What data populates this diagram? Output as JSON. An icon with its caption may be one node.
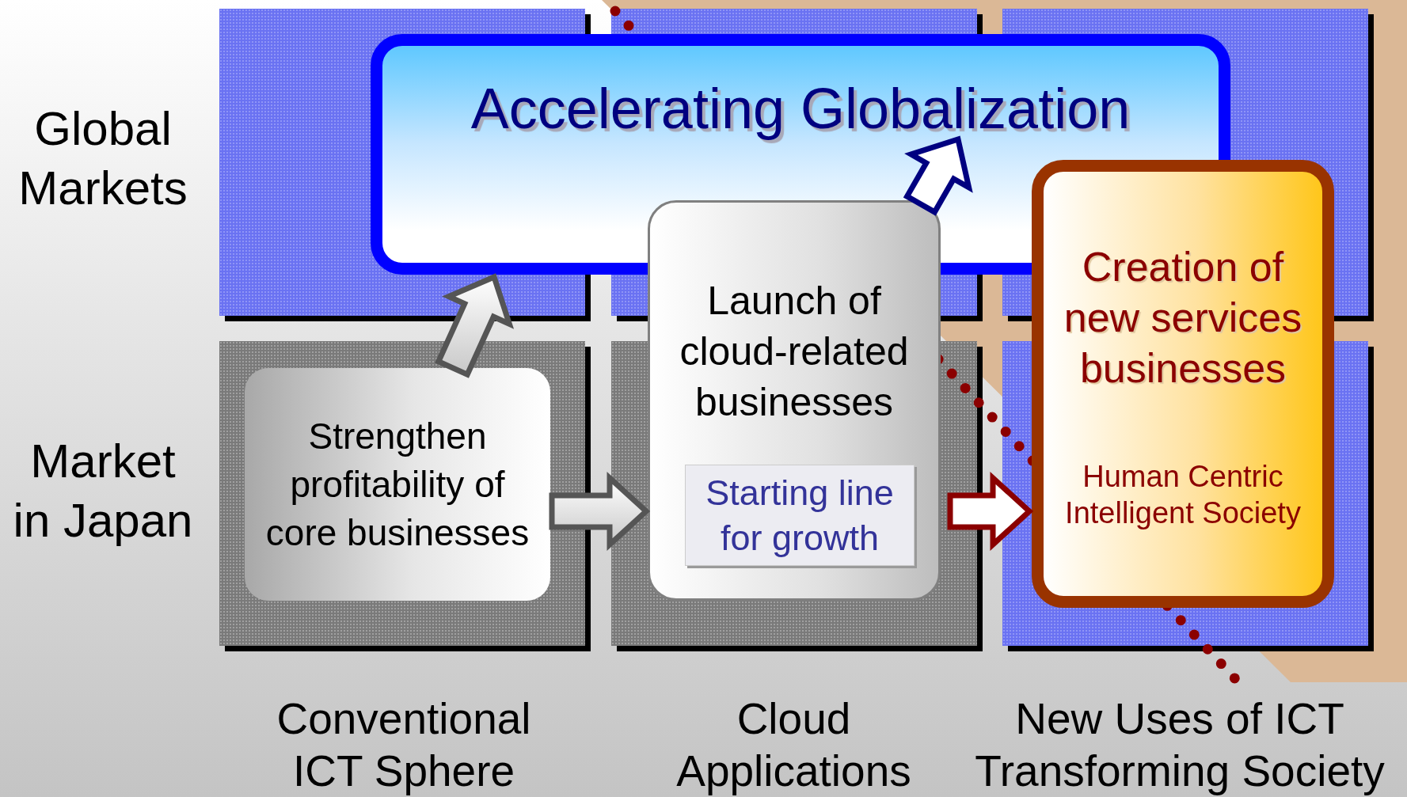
{
  "diagram": {
    "nodes": [
      {
        "text": [
          "Accelerating Globalization"
        ]
      },
      {
        "text": [
          "Strengthen profitability of core businesses"
        ]
      },
      {
        "text": [
          "Launch of cloud-related businesses"
        ]
      },
      {
        "text": [
          "Starting line for growth"
        ],
        "in": 2
      },
      {
        "text": [
          "Creation of new services businesses",
          "Human Centric Intelligent Society"
        ]
      }
    ],
    "edges": [
      {
        "from": 1,
        "to": 0,
        "arrow": "to",
        "style": "thick"
      },
      {
        "from": 1,
        "to": 2,
        "arrow": "to",
        "style": "thick"
      },
      {
        "from": 2,
        "to": 0,
        "arrow": "to",
        "style": "thick",
        "color": "#000080"
      },
      {
        "from": 2,
        "to": 4,
        "arrow": "to",
        "style": "thick",
        "color": "#8b0000"
      }
    ],
    "labels": [
      "Global Markets",
      "Market in Japan",
      "Conventional ICT Sphere",
      "Cloud Applications",
      "New Uses of ICT Transforming Society"
    ]
  }
}
